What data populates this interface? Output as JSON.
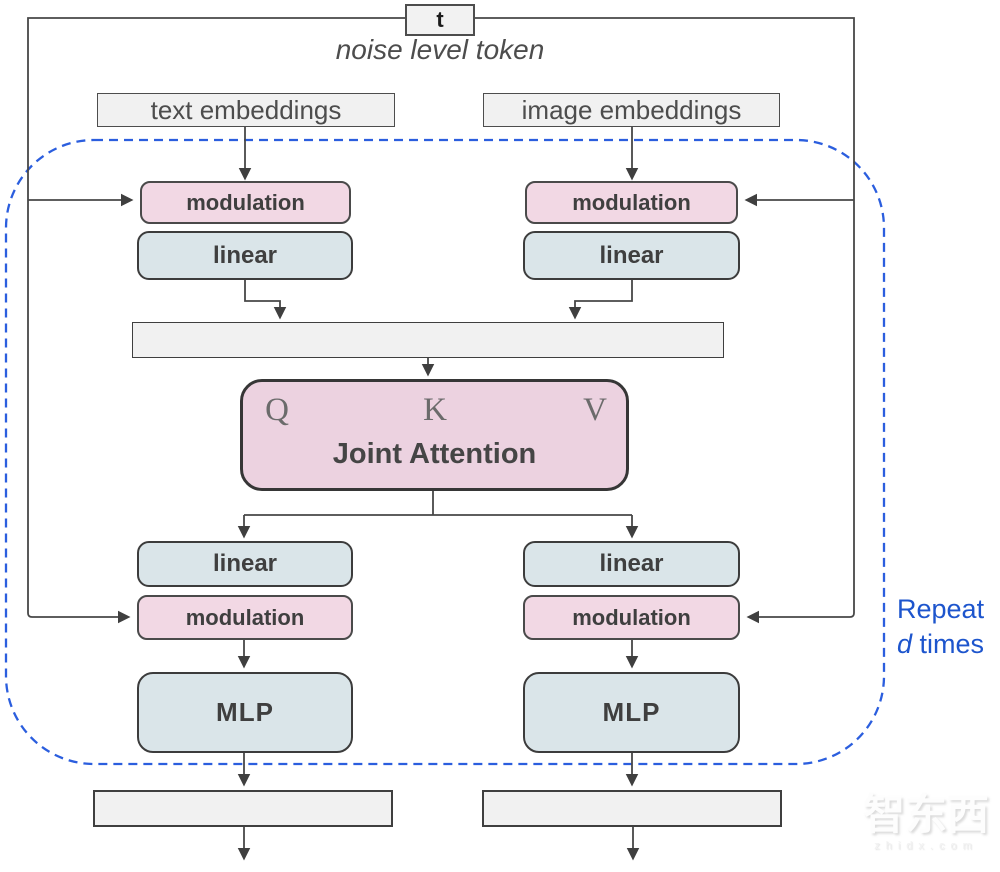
{
  "colors": {
    "modulation_fill": "#f2d8e4",
    "linear_fill": "#dae5e9",
    "attention_fill": "#ecd2e0",
    "bar_fill": "#f1f1f1",
    "line_color": "#474747",
    "dashed_border_blue": "#2b5ede",
    "repeat_text_blue": "#1d55cd"
  },
  "top": {
    "token_label": "t",
    "caption": "noise level token"
  },
  "inputs": {
    "text": "text embeddings",
    "image": "image embeddings"
  },
  "blocks": {
    "modulation": "modulation",
    "linear": "linear",
    "mlp": "MLP",
    "attention": {
      "title": "Joint Attention",
      "q": "Q",
      "k": "K",
      "v": "V"
    }
  },
  "repeat": {
    "line1": "Repeat",
    "d": "d",
    "rest": " times"
  },
  "watermark": {
    "logo": "智东西",
    "domain": "zhidx.com"
  }
}
